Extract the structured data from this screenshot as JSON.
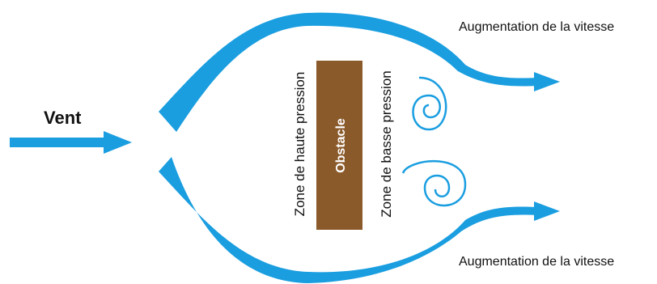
{
  "labels": {
    "wind": "Vent",
    "speed_increase_top": "Augmentation de la vitesse",
    "speed_increase_bottom": "Augmentation de la vitesse",
    "high_pressure_zone": "Zone de haute pression",
    "obstacle": "Obstacle",
    "low_pressure_zone": "Zone de basse pression"
  },
  "colors": {
    "airflow": "#1a9ee0",
    "obstacle": "#8b5a2b",
    "text": "#111111",
    "obstacle_text": "#ffffff",
    "background": "#ffffff"
  },
  "icons": {
    "wind_arrow": "arrow-right-icon",
    "top_flow": "curved-flow-arrow-icon",
    "bottom_flow": "curved-flow-arrow-icon",
    "upper_vortex": "spiral-vortex-icon",
    "lower_vortex": "spiral-vortex-icon"
  }
}
